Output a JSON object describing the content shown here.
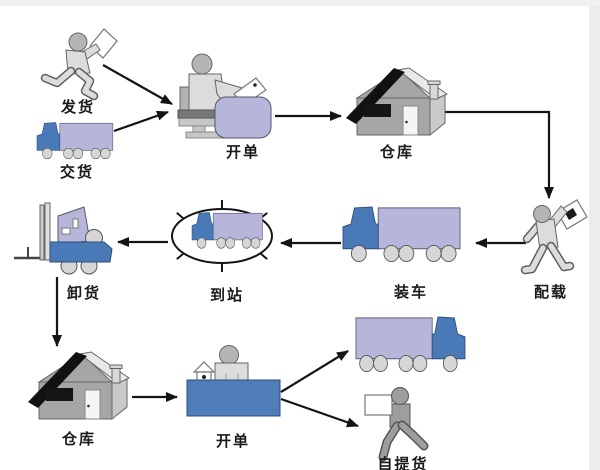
{
  "diagram": {
    "nodes": [
      {
        "id": "fahuo",
        "label": "发货",
        "icon": "dispatch-runner-icon"
      },
      {
        "id": "jiaohuo",
        "label": "交货",
        "icon": "delivery-truck-icon"
      },
      {
        "id": "kaidan_top",
        "label": "开单",
        "icon": "billing-workstation-icon"
      },
      {
        "id": "cangku_top",
        "label": "仓库",
        "icon": "warehouse-house-icon"
      },
      {
        "id": "peizai",
        "label": "配载",
        "icon": "stowage-person-icon"
      },
      {
        "id": "zhuangche",
        "label": "装车",
        "icon": "loading-truck-icon"
      },
      {
        "id": "daozhan",
        "label": "到站",
        "icon": "station-circled-truck-icon"
      },
      {
        "id": "xiehuo",
        "label": "卸货",
        "icon": "forklift-icon"
      },
      {
        "id": "cangku_bottom",
        "label": "仓库",
        "icon": "warehouse-house-icon"
      },
      {
        "id": "kaidan_bottom",
        "label": "开单",
        "icon": "pickup-counter-icon"
      },
      {
        "id": "pickup_truck",
        "label": "",
        "icon": "pickup-truck-icon"
      },
      {
        "id": "zitihuo",
        "label": "自提货",
        "icon": "pickup-person-icon"
      }
    ],
    "edges": [
      {
        "from": "fahuo",
        "to": "kaidan_top"
      },
      {
        "from": "jiaohuo",
        "to": "kaidan_top"
      },
      {
        "from": "kaidan_top",
        "to": "cangku_top"
      },
      {
        "from": "cangku_top",
        "to": "peizai"
      },
      {
        "from": "peizai",
        "to": "zhuangche"
      },
      {
        "from": "zhuangche",
        "to": "daozhan"
      },
      {
        "from": "daozhan",
        "to": "xiehuo"
      },
      {
        "from": "xiehuo",
        "to": "cangku_bottom"
      },
      {
        "from": "cangku_bottom",
        "to": "kaidan_bottom"
      },
      {
        "from": "kaidan_bottom",
        "to": "pickup_truck"
      },
      {
        "from": "kaidan_bottom",
        "to": "zitihuo"
      }
    ]
  },
  "colors": {
    "lavender": "#b6b6da",
    "truck_blue": "#4a79b8",
    "desk_blue": "#4f7dba",
    "figure_light": "#dcdcdc",
    "figure_dark": "#9e9e9e",
    "wall_gray": "#a6a6a6",
    "roof_light": "#e9e9e9",
    "wheel_gray": "#d6d6d6",
    "line_black": "#141414",
    "background": "#ffffff"
  }
}
